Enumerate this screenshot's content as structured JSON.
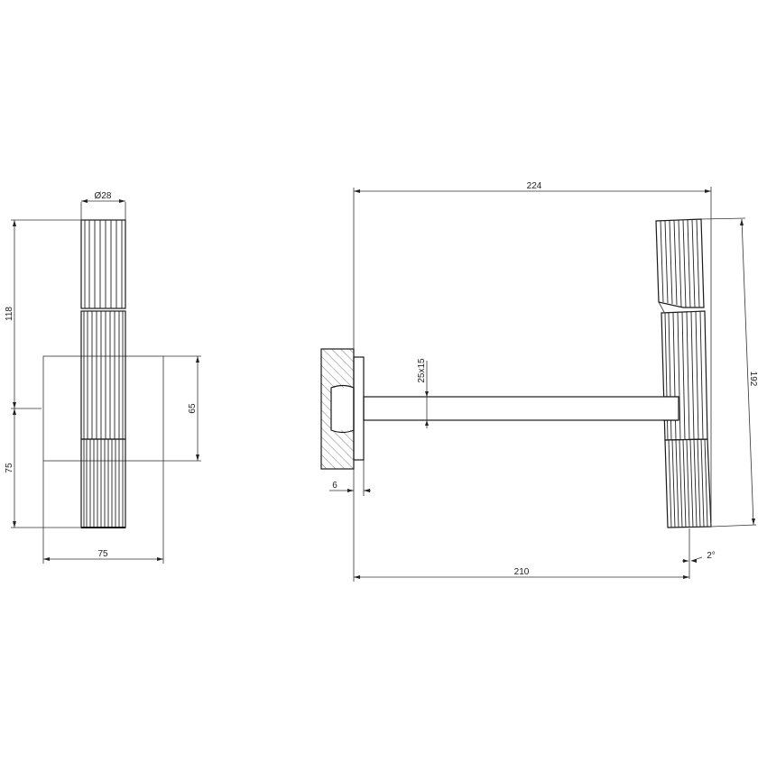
{
  "drawing": {
    "type": "technical-drawing",
    "subject": "wall-mounted double fluted cylinder fixture on arm",
    "units": "mm",
    "front_view": {
      "dimensions": {
        "diameter": "Ø28",
        "upper_height": "118",
        "lower_height": "75",
        "plate_height": "65",
        "plate_width": "75"
      }
    },
    "side_view": {
      "dimensions": {
        "overall_depth": "224",
        "total_height": "192",
        "arm_section": "25x15",
        "plate_thickness": "6",
        "arm_length": "210",
        "tilt_angle": "2°"
      }
    }
  }
}
